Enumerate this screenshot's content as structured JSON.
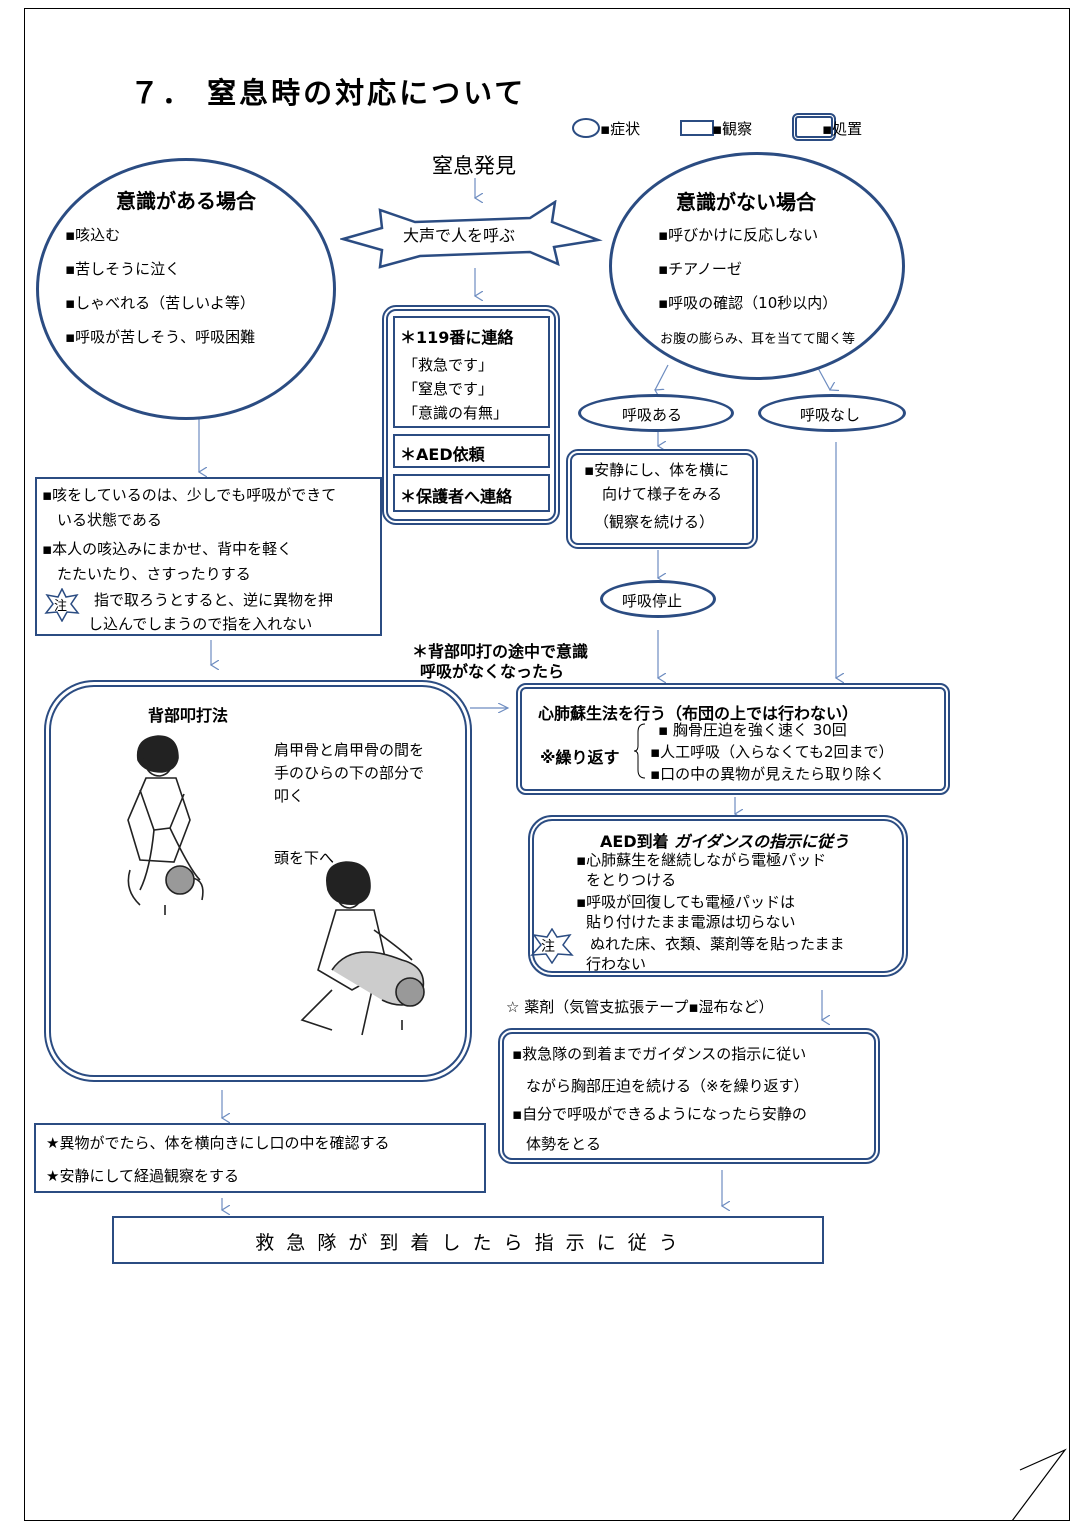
{
  "title": "７． 窒息時の対応について",
  "legend": {
    "symptom": "▪症状",
    "observe": "▪観察",
    "treat": "▪処置"
  },
  "start": "窒息発見",
  "call": "大声で人を呼ぶ",
  "conscious": {
    "title": "意識がある場合",
    "items": [
      "▪咳込む",
      "▪苦しそうに泣く",
      "▪しゃべれる（苦しいよ等）",
      "▪呼吸が苦しそう、呼吸困難"
    ]
  },
  "unconscious": {
    "title": "意識がない場合",
    "items": [
      "▪呼びかけに反応しない",
      "▪チアノーゼ",
      "▪呼吸の確認（10秒以内）",
      "お腹の膨らみ、耳を当てて聞く等"
    ]
  },
  "emergency": {
    "call119": "＊119番に連絡",
    "lines": [
      "「救急です」",
      "「窒息です」",
      "「意識の有無」"
    ],
    "aed": "＊AED依頼",
    "parent": "＊保護者へ連絡"
  },
  "breath_yes": "呼吸ある",
  "breath_no": "呼吸なし",
  "rest_box": [
    "▪安静にし、体を横に",
    "向けて様子をみる",
    "（観察を続ける）"
  ],
  "breath_stop": "呼吸停止",
  "cough_box": {
    "lines": [
      "▪咳をしているのは、少しでも呼吸ができて",
      "　いる状態である",
      "▪本人の咳込みにまかせ、背中を軽く",
      "　たたいたり、さすったりする"
    ],
    "note_badge": "注",
    "note": [
      "指で取ろうとすると、逆に異物を押",
      "し込んでしまうので指を入れない"
    ]
  },
  "back_note": [
    "＊背部叩打の途中で意識",
    "呼吸がなくなったら"
  ],
  "back_blow": {
    "title": "背部叩打法",
    "text1": [
      "肩甲骨と肩甲骨の間を",
      "手のひらの下の部分で",
      "叩く"
    ],
    "text2": "頭を下へ"
  },
  "cpr": {
    "title": "心肺蘇生法を行う（布団の上では行わない）",
    "repeat": "※繰り返す",
    "items": [
      "▪ 胸骨圧迫を強く速く  30回",
      "▪人工呼吸（入らなくても2回まで）",
      "▪口の中の異物が見えたら取り除く"
    ]
  },
  "aed_box": {
    "title_a": "AED到着",
    "title_b": "ガイダンスの指示に従う",
    "lines": [
      "▪心肺蘇生を継続しながら電極パッド",
      "をとりつける",
      "▪呼吸が回復しても電極パッドは",
      "貼り付けたまま電源は切らない"
    ],
    "note_badge": "注",
    "note": [
      "ぬれた床、衣類、薬剤等を貼ったまま",
      "行わない"
    ]
  },
  "drug_note": "☆ 薬剤（気管支拡張テープ▪湿布など）",
  "guidance_box": [
    "▪救急隊の到着までガイダンスの指示に従い",
    "ながら胸部圧迫を続ける（※を繰り返す）",
    "▪自分で呼吸ができるようになったら安静の",
    "体勢をとる"
  ],
  "foreign_box": [
    "★異物がでたら、体を横向きにし口の中を確認する",
    "★安静にして経過観察をする"
  ],
  "final": "救 急 隊 が 到 着 し た ら 指 示 に 従 う",
  "colors": {
    "border": "#2b4c82",
    "arrow": "#6d8cc0"
  }
}
